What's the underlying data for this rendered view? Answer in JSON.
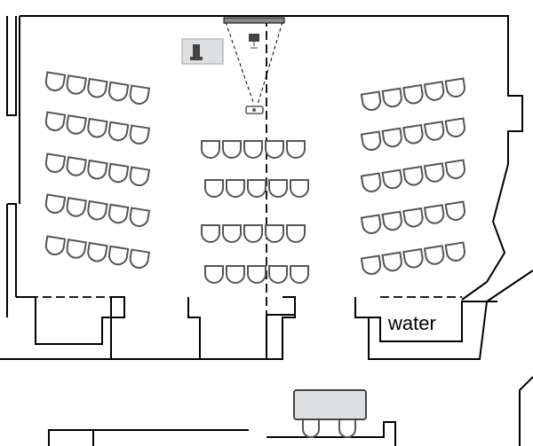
{
  "floorplan": {
    "labels": {
      "water": "water"
    },
    "icons": [
      "podium-icon",
      "projector-screen-icon",
      "projector-icon",
      "table-icon"
    ],
    "seating": {
      "left_block": {
        "rows": 5,
        "chairs_per_row": 5
      },
      "center_block": {
        "rows": 4,
        "chairs_per_row": 5
      },
      "right_block": {
        "rows": 5,
        "chairs_per_row": 5
      }
    },
    "colors": {
      "wall": "#000000",
      "chair": "#555555",
      "furniture_fill": "#dde0e3"
    }
  }
}
